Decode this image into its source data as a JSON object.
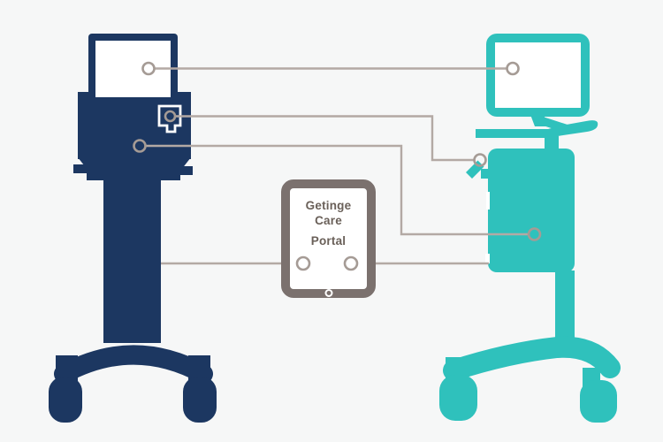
{
  "background_color": "#f6f7f7",
  "palette": {
    "navy_device": "#1c3761",
    "teal_device": "#2fc1bc",
    "connection_line": "#b3a9a4",
    "connection_node_ring": "#a59b95",
    "tablet_frame": "#7b716e",
    "tablet_text": "#6a6059",
    "screen_white": "#ffffff"
  },
  "tablet": {
    "title_line1": "Getinge",
    "title_line2": "Care",
    "title_line3": "Portal"
  },
  "diagram": {
    "connection_count": "5",
    "node_count": "8"
  }
}
